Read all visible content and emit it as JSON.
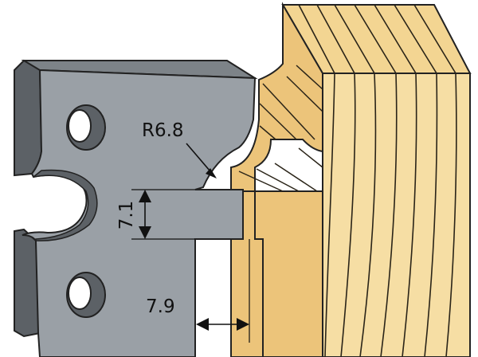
{
  "dimensions": {
    "radius": "R6.8",
    "height": "7.1",
    "width": "7.9"
  },
  "colors": {
    "steel_face": "#9aa0a6",
    "steel_edge": "#5c6166",
    "steel_outline": "#222222",
    "wood_face": "#f6dea4",
    "wood_side": "#ecc47a",
    "wood_top": "#f3d592",
    "grain": "#2a2418"
  },
  "icons": {
    "cutter_blade": "profile-cutter-icon",
    "workpiece": "wood-workpiece-icon"
  }
}
